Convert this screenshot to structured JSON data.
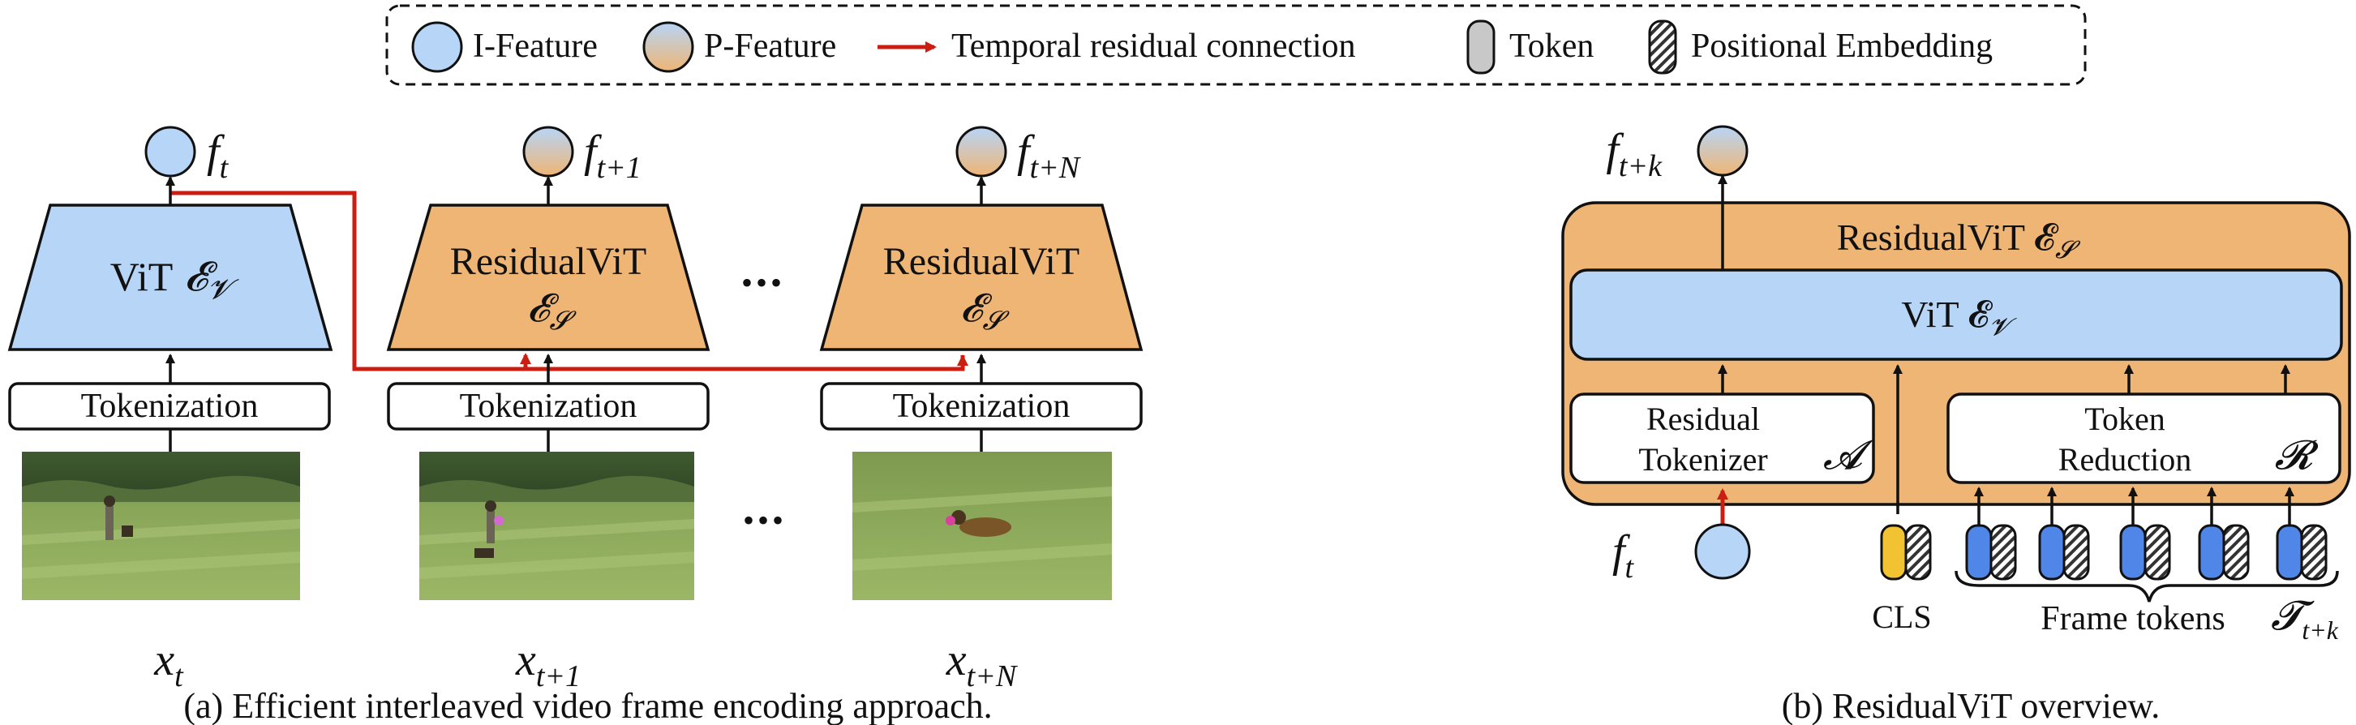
{
  "legend": {
    "i_feature": "I-Feature",
    "p_feature": "P-Feature",
    "residual": "Temporal residual connection",
    "token": "Token",
    "positional": "Positional Embedding"
  },
  "panel_a": {
    "vit": {
      "name": "ViT",
      "symbol": "𝓔",
      "sub": "𝓥"
    },
    "residual_vit": {
      "name": "ResidualViT",
      "symbol": "𝓔",
      "sub": "𝓢"
    },
    "tokenization": "Tokenization",
    "ellipsis": "•••",
    "features": [
      {
        "base": "f",
        "sub": "t"
      },
      {
        "base": "f",
        "sub": "t+1"
      },
      {
        "base": "f",
        "sub": "t+N"
      }
    ],
    "frames": [
      {
        "base": "x",
        "sub": "t"
      },
      {
        "base": "x",
        "sub": "t+1"
      },
      {
        "base": "x",
        "sub": "t+N"
      }
    ],
    "caption": "(a) Efficient interleaved video frame encoding approach."
  },
  "panel_b": {
    "title": "ResidualViT 𝓔",
    "title_sub": "𝓢",
    "vit": "ViT 𝓔",
    "vit_sub": "𝓥",
    "residual_tokenizer_line1": "Residual",
    "residual_tokenizer_line2": "Tokenizer",
    "residual_tokenizer_symbol": "𝓐",
    "token_reduction_line1": "Token",
    "token_reduction_line2": "Reduction",
    "token_reduction_symbol": "𝓡",
    "output": {
      "base": "f",
      "sub": "t+k"
    },
    "input": {
      "base": "f",
      "sub": "t"
    },
    "cls": "CLS",
    "frame_tokens": "Frame tokens",
    "tokens_symbol": "𝓣",
    "tokens_sub": "t+k",
    "caption": "(b) ResidualViT overview."
  },
  "colors": {
    "i_feature": "#b7d5f6",
    "p_feature": "#efb574",
    "red": "#cc1d12",
    "token_gray": "#c8c8c8",
    "token_blue": "#4f86e8",
    "cls_yellow": "#f1c232"
  }
}
